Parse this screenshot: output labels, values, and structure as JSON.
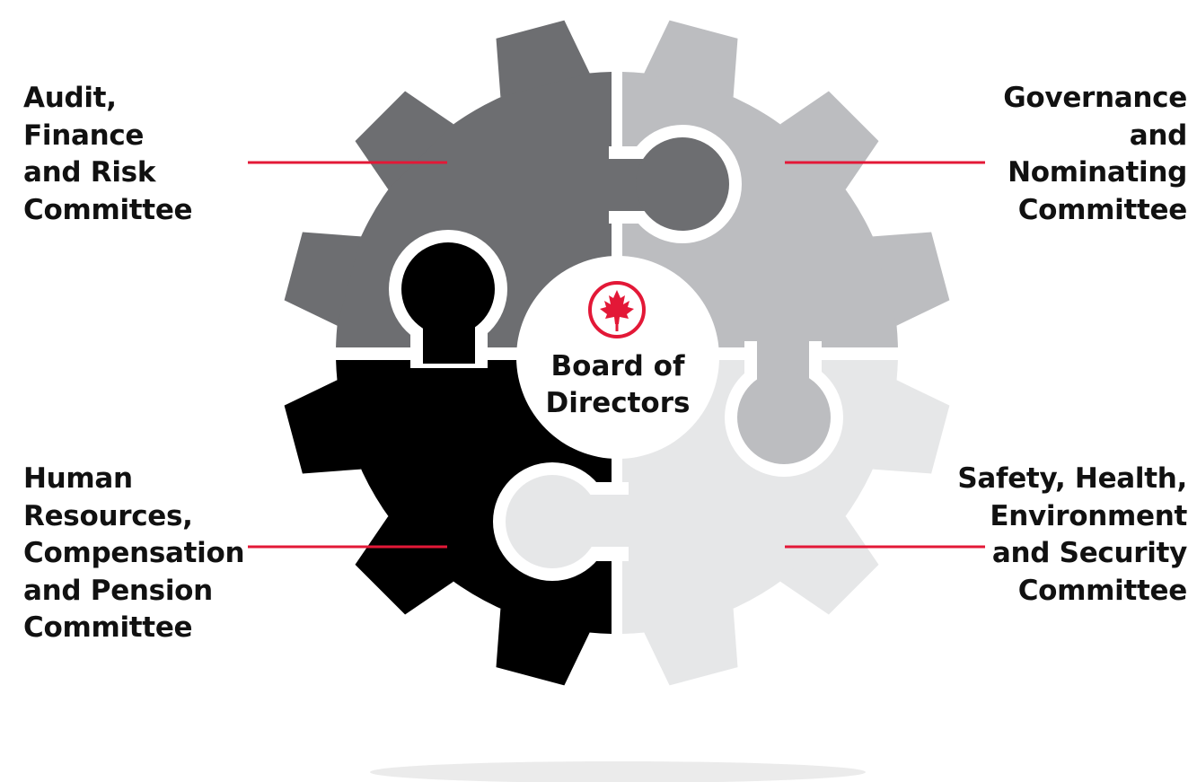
{
  "center": {
    "title_line1": "Board of",
    "title_line2": "Directors",
    "logo": "maple-leaf-roundel-icon"
  },
  "committees": {
    "top_left": "Audit,\nFinance\nand Risk\nCommittee",
    "top_right": "Governance\nand\nNominating\nCommittee",
    "bottom_left": "Human\nResources,\nCompensation\nand Pension\nCommittee",
    "bottom_right": "Safety, Health,\nEnvironment\nand Security\nCommittee"
  },
  "colors": {
    "top_left_piece": "#6d6e71",
    "top_right_piece": "#bcbdc0",
    "bottom_left_piece": "#000000",
    "bottom_right_piece": "#e6e7e8",
    "connector_line": "#e31837",
    "brand_red": "#e31837",
    "shadow": "#ebebeb"
  }
}
